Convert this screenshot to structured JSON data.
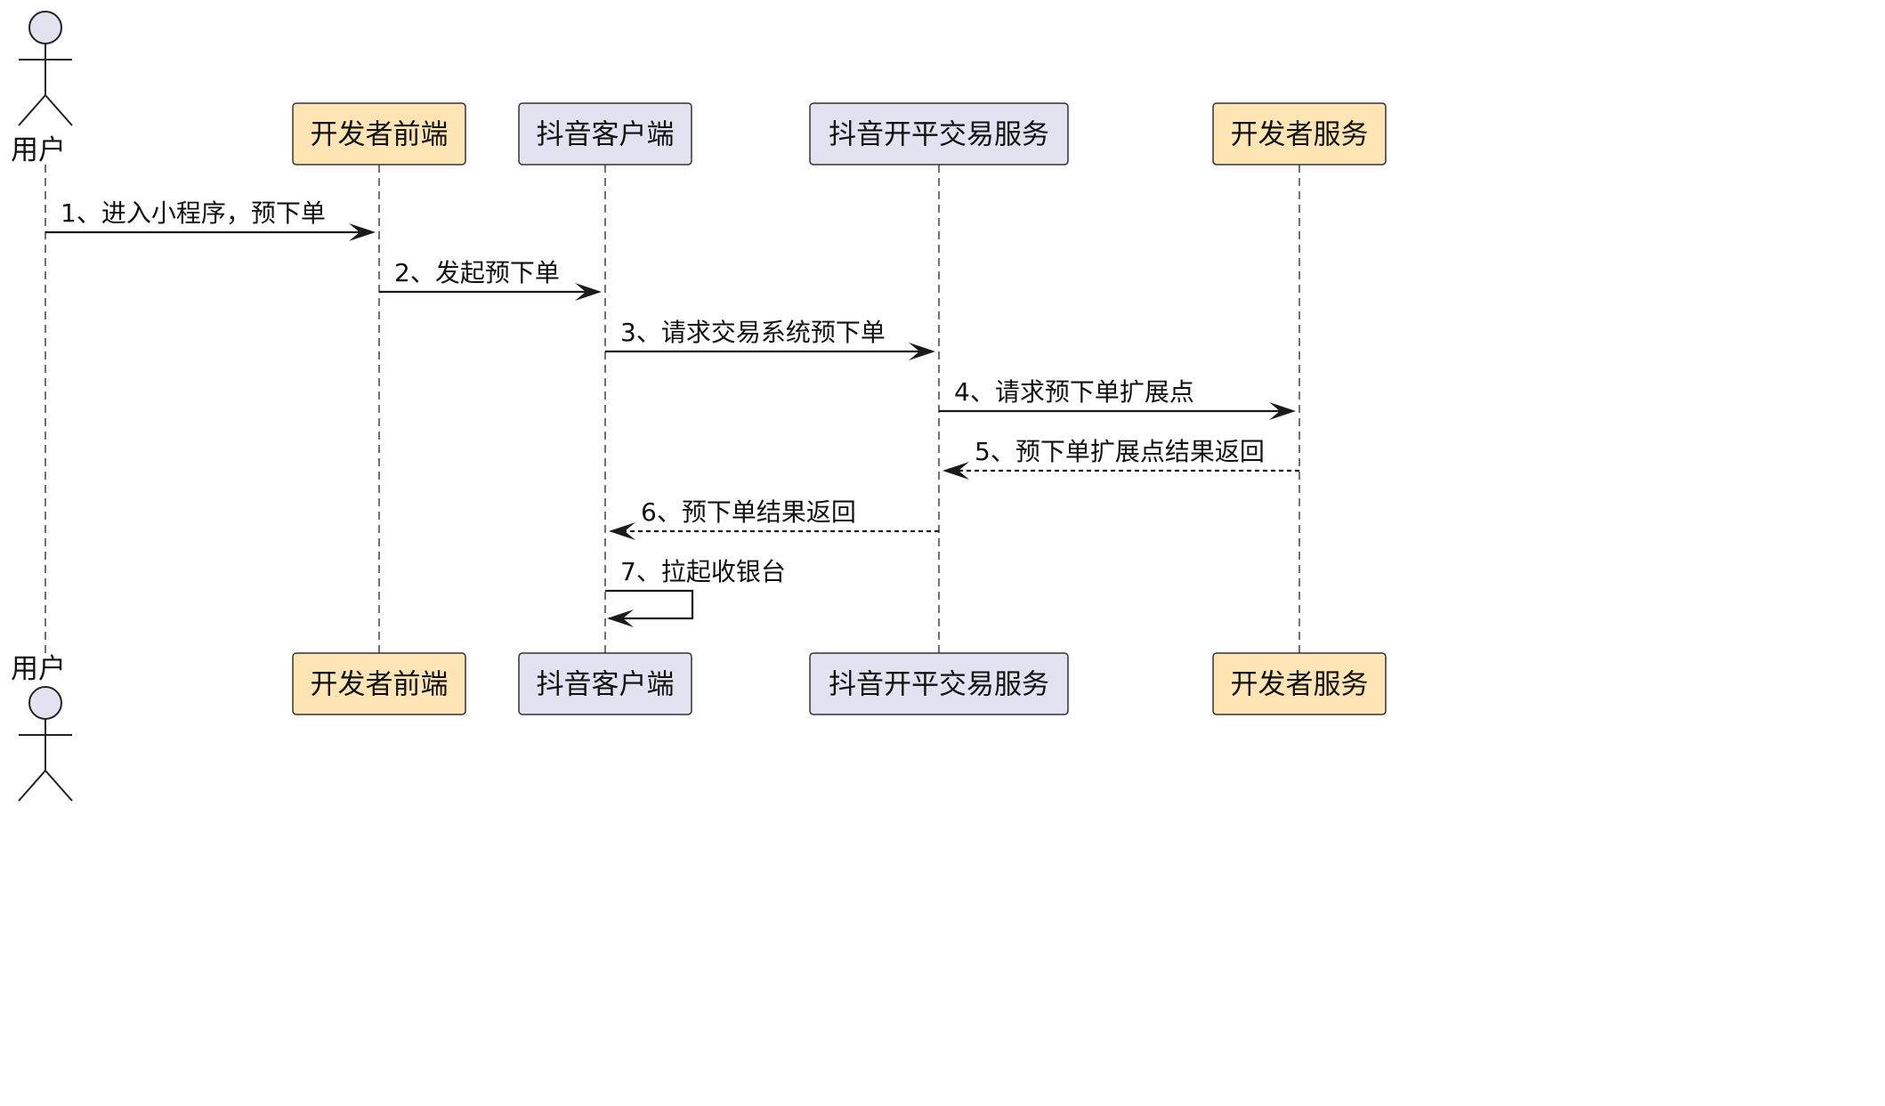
{
  "participants": [
    {
      "id": "user",
      "label": "用户",
      "kind": "actor"
    },
    {
      "id": "devfe",
      "label": "开发者前端",
      "kind": "box",
      "color": "#FFE5B4"
    },
    {
      "id": "dyclient",
      "label": "抖音客户端",
      "kind": "box",
      "color": "#E2E2F0"
    },
    {
      "id": "trade",
      "label": "抖音开平交易服务",
      "kind": "box",
      "color": "#E2E2F0"
    },
    {
      "id": "devsrv",
      "label": "开发者服务",
      "kind": "box",
      "color": "#FFE5B4"
    }
  ],
  "messages": [
    {
      "from": "user",
      "to": "devfe",
      "label": "1、进入小程序，预下单",
      "style": "solid"
    },
    {
      "from": "devfe",
      "to": "dyclient",
      "label": "2、发起预下单",
      "style": "solid"
    },
    {
      "from": "dyclient",
      "to": "trade",
      "label": "3、请求交易系统预下单",
      "style": "solid"
    },
    {
      "from": "trade",
      "to": "devsrv",
      "label": "4、请求预下单扩展点",
      "style": "solid"
    },
    {
      "from": "devsrv",
      "to": "trade",
      "label": "5、预下单扩展点结果返回",
      "style": "dashed"
    },
    {
      "from": "trade",
      "to": "dyclient",
      "label": "6、预下单结果返回",
      "style": "dashed"
    },
    {
      "from": "dyclient",
      "to": "dyclient",
      "label": "7、拉起收银台",
      "style": "solid"
    }
  ]
}
